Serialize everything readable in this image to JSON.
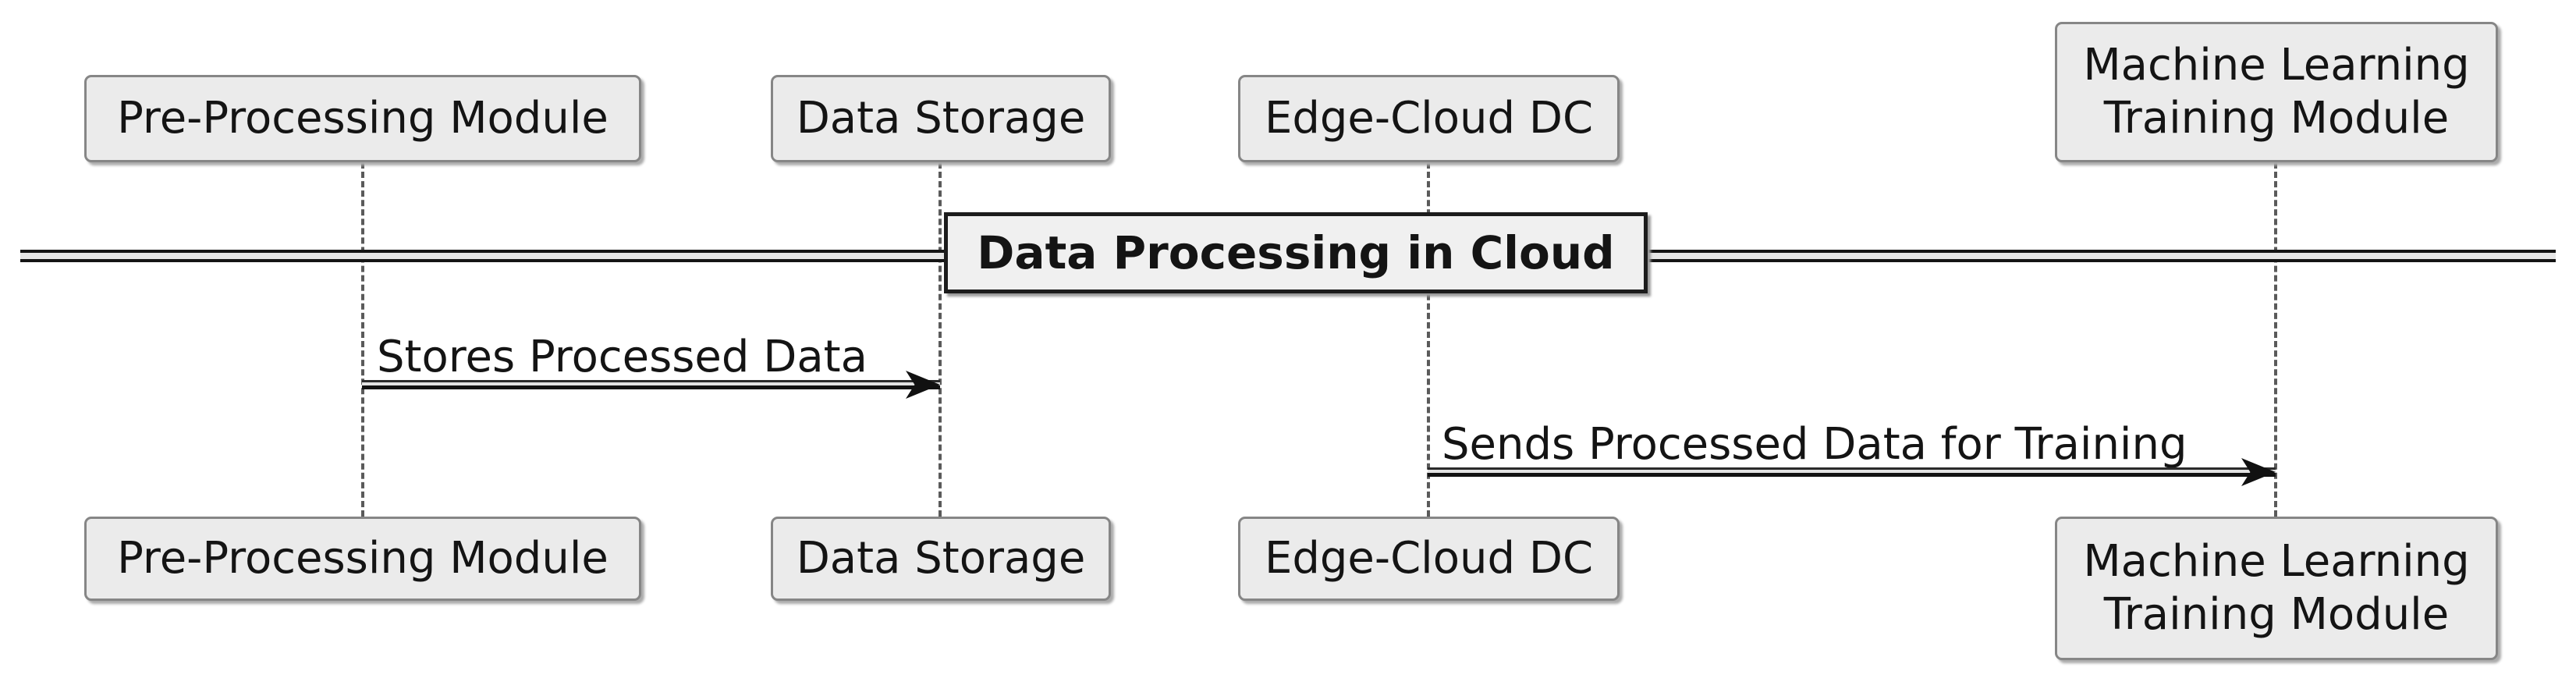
{
  "diagram": {
    "type": "sequence-diagram",
    "divider": {
      "label": "Data Processing in Cloud"
    },
    "participants": [
      {
        "label": "Pre-Processing Module"
      },
      {
        "label": "Data Storage"
      },
      {
        "label": "Edge-Cloud DC"
      },
      {
        "label": "Machine Learning Training Module"
      }
    ],
    "messages": [
      {
        "label": "Stores Processed Data",
        "from": "Pre-Processing Module",
        "to": "Data Storage"
      },
      {
        "label": "Sends Processed Data for Training",
        "from": "Edge-Cloud DC",
        "to": "Machine Learning Training Module"
      }
    ],
    "colors": {
      "background": "#FFFFFF",
      "participant_fill": "#EBEBEB",
      "participant_border": "#868686",
      "text": "#141414",
      "message_line": "#111111",
      "lifeline": "#5A5A5A",
      "divider_band_fill": "#E6E6E6",
      "divider_band_line": "#141414",
      "divider_label_fill": "#F0F0F0",
      "divider_label_border": "#1C1C1C"
    }
  }
}
